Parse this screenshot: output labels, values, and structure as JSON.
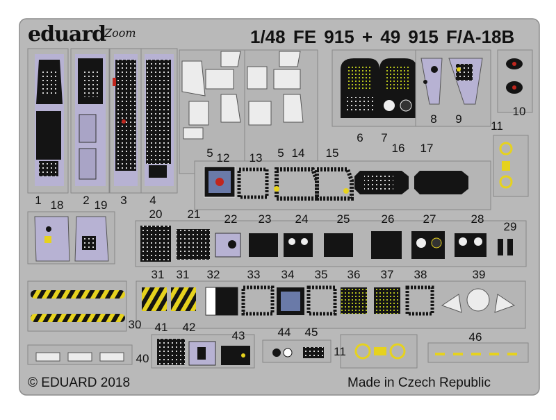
{
  "header": {
    "brand": "eduard",
    "series": "Zoom",
    "code": "1/48   FE 915 + 49 915   F/A-18B"
  },
  "footer": {
    "copyright": "© EDUARD 2018",
    "origin": "Made in Czech Republic"
  },
  "part_numbers": [
    "1",
    "2",
    "19",
    "3",
    "4",
    "5",
    "12",
    "13",
    "5",
    "14",
    "15",
    "16",
    "17",
    "6",
    "7",
    "8",
    "9",
    "10",
    "11",
    "18",
    "20",
    "21",
    "22",
    "23",
    "24",
    "25",
    "26",
    "27",
    "28",
    "29",
    "31",
    "31",
    "32",
    "33",
    "34",
    "35",
    "36",
    "37",
    "38",
    "39",
    "30",
    "41",
    "42",
    "43",
    "44",
    "45",
    "11",
    "46",
    "40"
  ],
  "colors": {
    "fret": "#b9b9b9",
    "fret_edge": "#8c8c8c",
    "panel_lavender": "#b7b2d3",
    "panel_black": "#141414",
    "accent_yellow": "#e6d21e",
    "accent_red": "#c0261e",
    "frame_white": "#f2f2f2"
  }
}
